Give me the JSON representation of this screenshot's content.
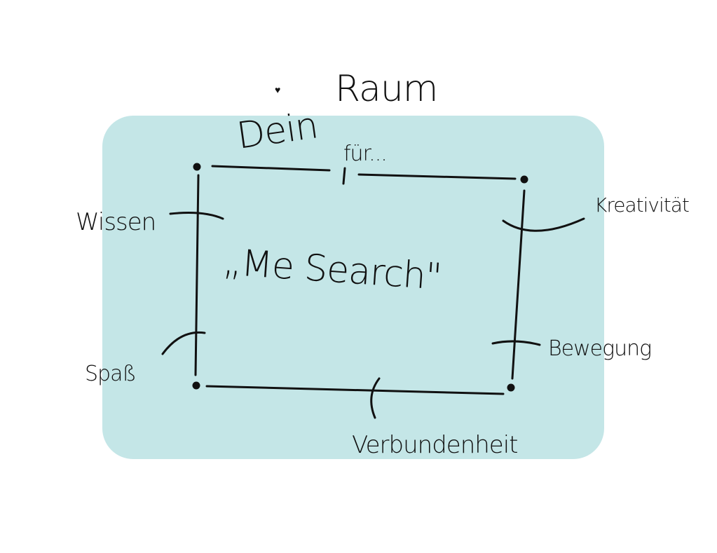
{
  "title": {
    "part1": "Dein",
    "part2": "Raum",
    "part3": "für...",
    "heart": "♥"
  },
  "center_label": "„Me Search\"",
  "labels": {
    "wissen": "Wissen",
    "kreativitaet": "Kreativität",
    "spass": "Spaß",
    "bewegung": "Bewegung",
    "verbundenheit": "Verbundenheit"
  },
  "colors": {
    "background_box": "#c4e6e7",
    "ink": "#111111"
  }
}
